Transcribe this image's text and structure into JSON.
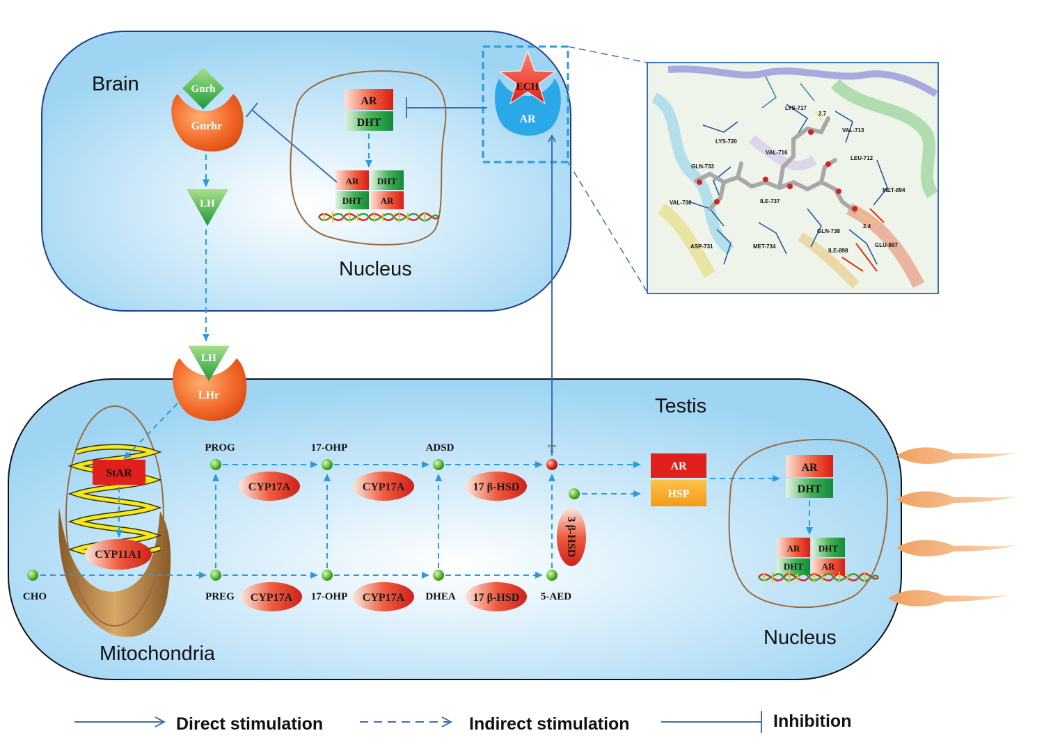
{
  "regions": {
    "brain": "Brain",
    "brain_nucleus": "Nucleus",
    "testis": "Testis",
    "mitochondria": "Mitochondria",
    "testis_nucleus": "Nucleus"
  },
  "molecules": {
    "gnrh": "Gnrh",
    "gnrhr": "Gnrhr",
    "lh": "LH",
    "lh_receptor_ligand": "LH",
    "lhr": "LHr",
    "ech": "ECH",
    "ar": "AR",
    "dht": "DHT",
    "hsp": "HSP",
    "star": "StAR",
    "cyp11a1": "CYP11A1"
  },
  "metabolites": {
    "prog": "PROG",
    "ohp_top": "17-OHP",
    "adsd": "ADSD",
    "t": "T",
    "cho": "CHO",
    "preg": "PREG",
    "ohp_bottom": "17-OHP",
    "dhea": "DHEA",
    "aed": "5-AED"
  },
  "enzymes": {
    "cyp17a": "CYP17A",
    "hsd17b": "17 β-HSD",
    "hsd3b": "3 β-HSD"
  },
  "docking_residues": [
    "LYS-717",
    "2.7",
    "VAL-713",
    "LYS-720",
    "VAL-716",
    "LEU-712",
    "GLN-733",
    "MET-894",
    "VAL-730",
    "ILE-737",
    "GLN-738",
    "2.4",
    "ASP-731",
    "MET-734",
    "ILE-898",
    "GLU-897"
  ],
  "legend": {
    "direct": "Direct stimulation",
    "indirect": "Indirect stimulation",
    "inhibition": "Inhibition"
  },
  "colors": {
    "membrane_fill": "#a9daf5",
    "arrow_solid": "#3a6fb0",
    "arrow_dashed": "#2a9ad8",
    "red_block": "#e0201c",
    "green_block": "#1e9a45",
    "hsp_orange": "#f5a623"
  }
}
